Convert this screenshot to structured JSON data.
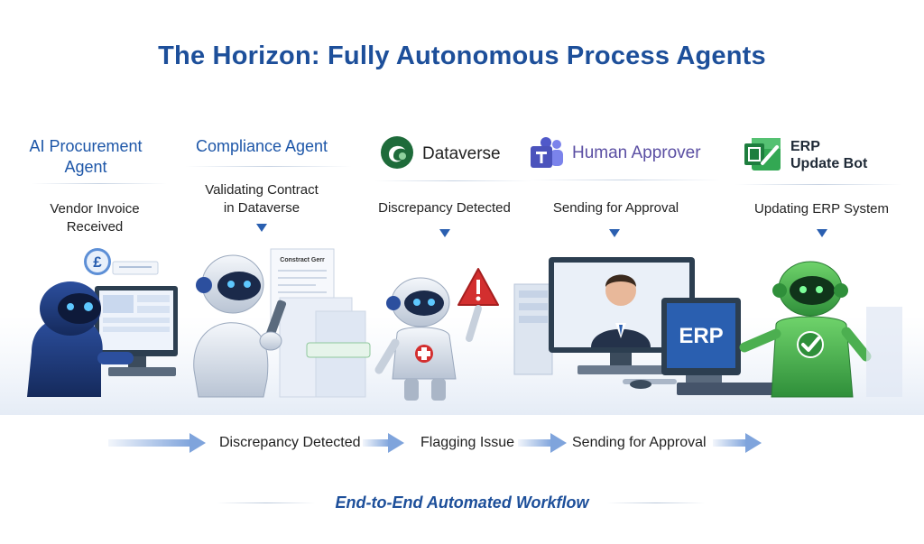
{
  "title": "The Horizon: Fully Autonomous Process Agents",
  "agents": [
    {
      "name_line1": "AI Procurement",
      "name_line2": "Agent",
      "status_line1": "Vendor Invoice",
      "status_line2": "Received"
    },
    {
      "name": "Compliance Agent",
      "status_line1": "Validating Contract",
      "status_line2": "in Dataverse",
      "document_title": "Constract Gerr"
    },
    {
      "name": "Dataverse",
      "status": "Discrepancy Detected"
    },
    {
      "name": "Human Approver",
      "status": "Sending for Approval"
    },
    {
      "name_line1": "ERP",
      "name_line2": "Update Bot",
      "status": "Updating ERP System",
      "screen_label": "ERP"
    }
  ],
  "flow_labels": [
    "Discrepancy Detected",
    "Flagging Issue",
    "Sending for Approval"
  ],
  "footer": "End-to-End Automated Workflow",
  "colors": {
    "title_blue": "#1d4f9a",
    "agent_blue": "#1d56a8",
    "violet": "#5b4fa3",
    "robot_green": "#4caf50",
    "alert_red": "#d32f2f",
    "arrow_blue": "#7fa4dc"
  },
  "icons": [
    "pound-icon",
    "dataverse-logo-icon",
    "teams-logo-icon",
    "excel-logo-icon",
    "warning-icon",
    "checkmark-icon",
    "medical-cross-icon"
  ]
}
